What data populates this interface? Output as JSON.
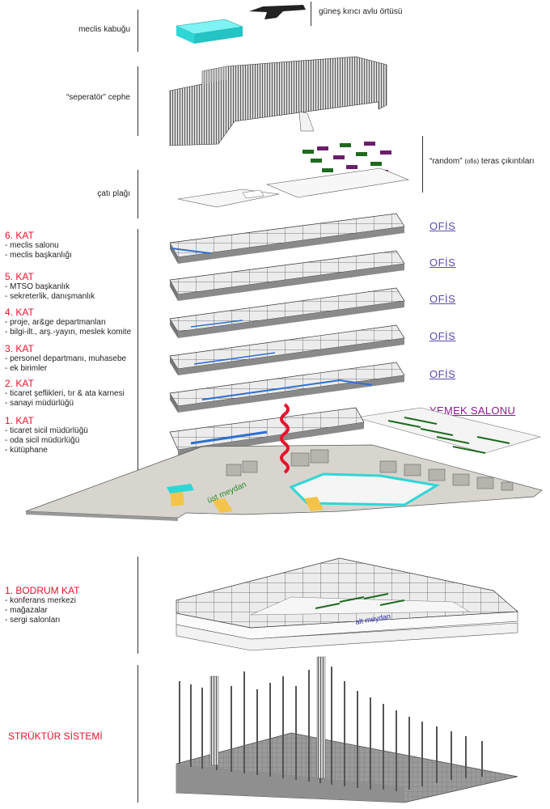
{
  "labels": {
    "meclis_kabugu": "meclis kabuğu",
    "gunes_kirici": "güneş kırıcı avlu örtüsü",
    "seperator": "“seperatör” cephe",
    "random_pre": "“random”",
    "random_small": "(ofis)",
    "random_post": "teras çıkıntıları",
    "cati_plagi": "çatı plağı",
    "ust_meydan": "üst meydan",
    "alt_meydan": "alt meydan"
  },
  "floors": [
    {
      "title": "6. KAT",
      "items": [
        "- meclis salonu",
        "- meclis başkanlığı"
      ]
    },
    {
      "title": "5. KAT",
      "items": [
        "- MTSO başkanlık",
        "- sekreterlik, danışmanlık"
      ]
    },
    {
      "title": "4. KAT",
      "items": [
        "- proje, ar&ge departmanları",
        "- bilgi-ilt., arş.-yayın, meslek komite"
      ]
    },
    {
      "title": "3. KAT",
      "items": [
        "- personel departmanı, muhasebe",
        "- ek birimler"
      ]
    },
    {
      "title": "2. KAT",
      "items": [
        "- ticaret şeflikleri, tır & ata karnesi",
        "- sanayi müdürlüğü"
      ]
    },
    {
      "title": "1. KAT",
      "items": [
        "- ticaret sicil müdürlüğü",
        "- oda sicil müdürlüğü",
        "- kütüphane"
      ]
    }
  ],
  "bodrum": {
    "title": "1. BODRUM KAT",
    "items": [
      "- konferans merkezi",
      "- mağazalar",
      "- sergi salonları"
    ]
  },
  "struktur": "STRÜKTÜR SİSTEMİ",
  "right_labels": [
    "OFİS",
    "OFİS",
    "OFİS",
    "OFİS",
    "OFİS"
  ],
  "yemek": "YEMEK SALONU",
  "colors": {
    "red": "#e8112d",
    "ofis": "#5a4bb0",
    "yemek": "#8b1a8b",
    "cyan": "#2fd6d6",
    "blue_route": "#2f6fd0"
  }
}
